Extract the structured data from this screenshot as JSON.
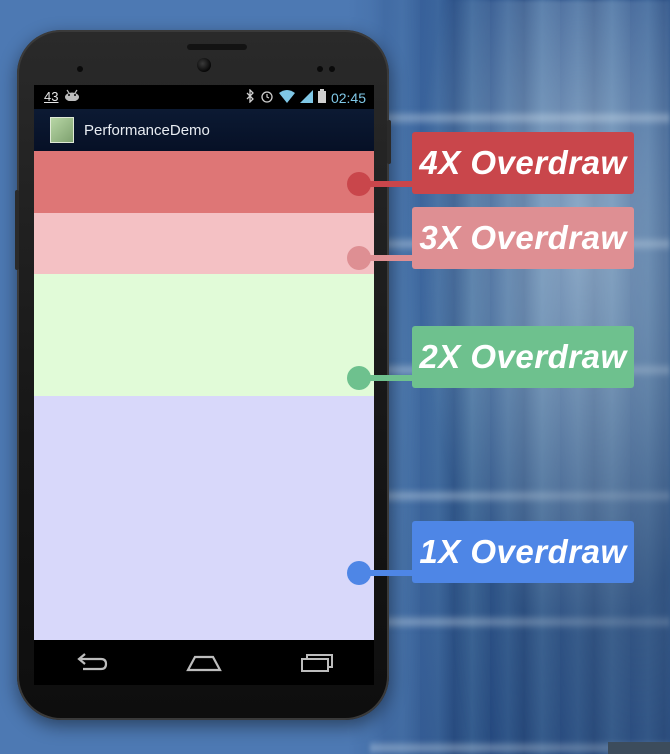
{
  "colors": {
    "background": "#4d79b3",
    "overdraw_4x": "#de7676",
    "overdraw_3x": "#f4c1c4",
    "overdraw_2x": "#e1fbd8",
    "overdraw_1x": "#d8d8fa",
    "tag_4x": "#c9464b",
    "tag_3x": "#de8f93",
    "tag_2x": "#6ec18e",
    "tag_1x": "#4e86e6"
  },
  "statusbar": {
    "notification_count": "43",
    "time": "02:45",
    "icons": [
      "android-notification-icon",
      "bluetooth-icon",
      "alarm-icon",
      "wifi-icon",
      "signal-icon",
      "battery-icon"
    ]
  },
  "app": {
    "title": "PerformanceDemo",
    "icon": "app-launcher-icon"
  },
  "navbar": {
    "buttons": [
      "back-icon",
      "home-icon",
      "recent-apps-icon"
    ]
  },
  "legend": [
    {
      "label": "4X Overdraw",
      "color": "#c9464b"
    },
    {
      "label": "3X Overdraw",
      "color": "#de8f93"
    },
    {
      "label": "2X Overdraw",
      "color": "#6ec18e"
    },
    {
      "label": "1X Overdraw",
      "color": "#4e86e6"
    }
  ]
}
